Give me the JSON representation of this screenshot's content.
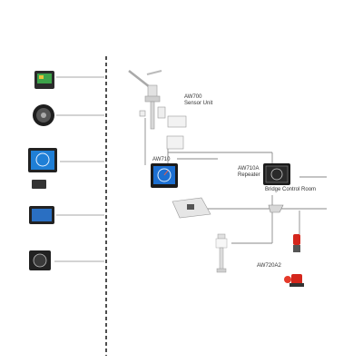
{
  "sensor_unit": {
    "model": "AW700",
    "name": "Sensor Unit"
  },
  "indicator_main": {
    "model": "AW710"
  },
  "repeater": {
    "model": "AW710A",
    "name": "Repeater",
    "location": "Bridge Control Room"
  },
  "alarm": {
    "model": "AW720A2"
  },
  "colors": {
    "line": "#8a8a8a",
    "dashed": "#222222",
    "screen_blue": "#1c6fd1",
    "alarm_red": "#d4261c"
  }
}
